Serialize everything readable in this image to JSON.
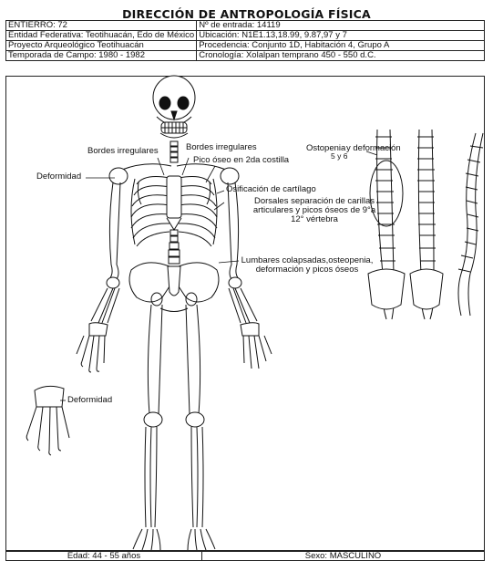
{
  "header": {
    "title": "DIRECCIÓN DE ANTROPOLOGÍA FÍSICA"
  },
  "record": {
    "rows": [
      {
        "left": "ENTIERRO: 72",
        "right": "Nº de entrada: 14119"
      },
      {
        "left": "Entidad Federativa: Teotihuacán, Edo de México",
        "right": "Ubicación: N1E1.13,18.99, 9.87,97 y 7"
      },
      {
        "left": "Proyecto Arqueológico Teotihuacán",
        "right": "Procedencia: Conjunto 1D, Habitación 4, Grupo A"
      },
      {
        "left": "Temporada de Campo: 1980 - 1982",
        "right": "Cronología: Xolalpan temprano 450 - 550 d.C."
      }
    ]
  },
  "annotations": {
    "bordes_left": "Bordes irregulares",
    "bordes_right": "Bordes irregulares",
    "pico_oseo": "Pico óseo en 2da costilla",
    "deformidad_top": "Deformidad",
    "osificacion": "Osificación de cartílago",
    "dorsales": "Dorsales separación de carillas articulares y picos óseos de 9°a 12° vértebra",
    "lumbares": "Lumbares colapsadas,osteopenia, deformación y picos óseos",
    "ostopenia": "Ostopenia",
    "y_deformacion": "y deformación",
    "vertebra_range": "5 y 6",
    "deformidad_hand": "Deformidad"
  },
  "footer": {
    "edad": "Edad: 44 - 55 años",
    "sexo": "Sexo: MASCULINO"
  },
  "colors": {
    "ink": "#111111",
    "paper": "#ffffff"
  }
}
